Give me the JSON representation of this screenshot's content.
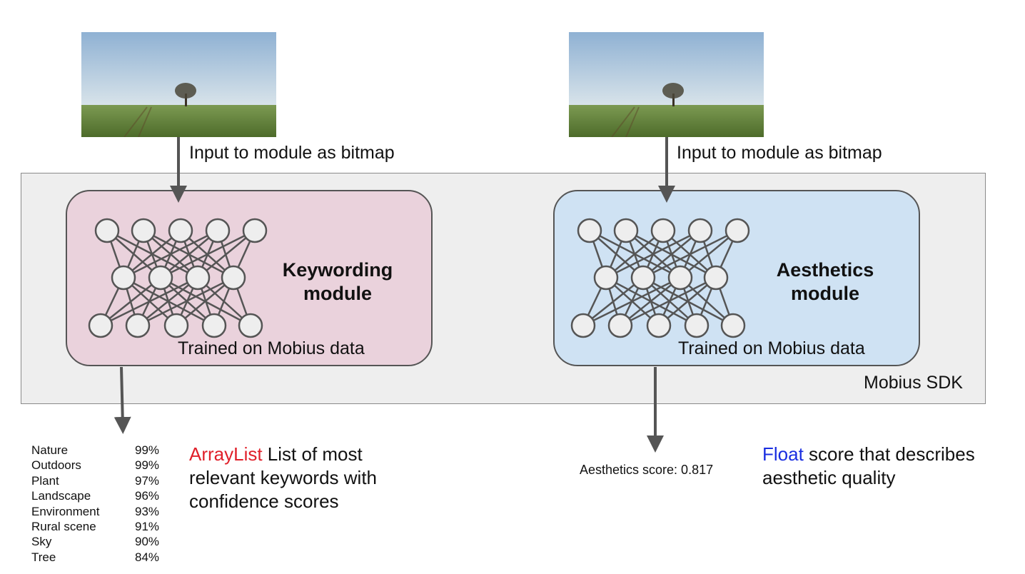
{
  "inputs": [
    {
      "label": "Input to module as bitmap"
    },
    {
      "label": "Input to module as bitmap"
    }
  ],
  "sdk": {
    "label": "Mobius SDK"
  },
  "modules": [
    {
      "title_line1": "Keywording",
      "title_line2": "module",
      "subtitle": "Trained on Mobius data",
      "color": "#ead2dc"
    },
    {
      "title_line1": "Aesthetics",
      "title_line2": "module",
      "subtitle": "Trained on Mobius data",
      "color": "#cfe2f3"
    }
  ],
  "keywords": [
    {
      "name": "Nature",
      "pct": "99%"
    },
    {
      "name": "Outdoors",
      "pct": "99%"
    },
    {
      "name": "Plant",
      "pct": "97%"
    },
    {
      "name": "Landscape",
      "pct": "96%"
    },
    {
      "name": "Environment",
      "pct": "93%"
    },
    {
      "name": "Rural scene",
      "pct": "91%"
    },
    {
      "name": "Sky",
      "pct": "90%"
    },
    {
      "name": "Tree",
      "pct": "84%"
    }
  ],
  "keyword_output": {
    "type": "ArrayList",
    "type_color": "#e0202a",
    "line1_rest": " List of most",
    "line2": "relevant keywords with",
    "line3": "confidence scores"
  },
  "aesthetics_output": {
    "score_text": "Aesthetics score: 0.817",
    "type": "Float",
    "type_color": "#1a2ee0",
    "line1_rest": " score that describes",
    "line2": "aesthetic quality"
  },
  "icons": {
    "input_image": "landscape-photo-icon",
    "network": "neural-network-icon"
  }
}
